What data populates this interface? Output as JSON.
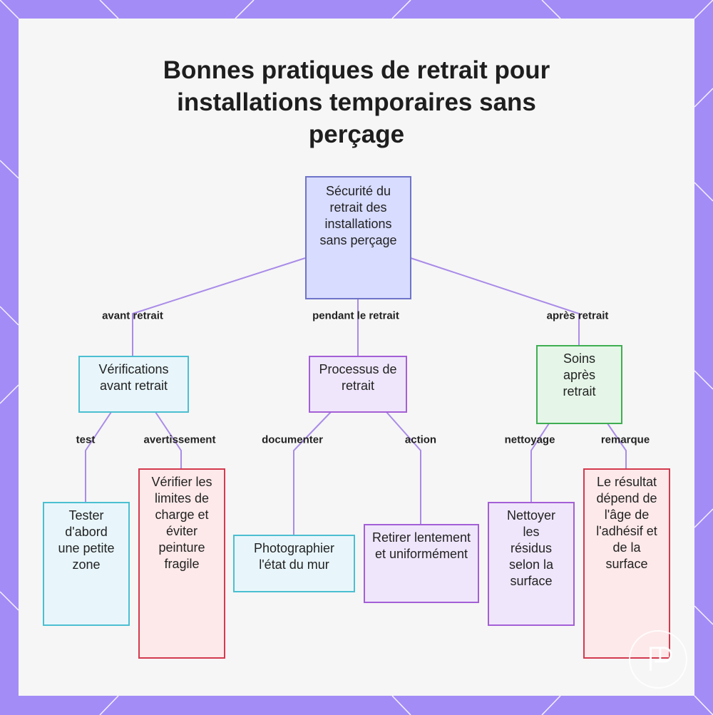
{
  "title": "Bonnes pratiques de retrait pour installations temporaires sans perçage",
  "colors": {
    "frame": "#a48cf7",
    "edge": "#a98be8",
    "root_fill": "#d8dcff",
    "cyan_border": "#4bbfd1",
    "violet_border": "#a45fd6",
    "green_border": "#3fae52",
    "red_border": "#d33a4e"
  },
  "nodes": {
    "root": "Sécurité du retrait des installations sans perçage",
    "verifications": "Vérifications avant retrait",
    "processus": "Processus de retrait",
    "soins": "Soins après retrait",
    "tester": "Tester d'abord une petite zone",
    "verifier": "Vérifier les limites de charge et éviter peinture fragile",
    "photographier": "Photographier l'état du mur",
    "retirer": "Retirer lentement et uniformément",
    "nettoyer": "Nettoyer les résidus selon la surface",
    "resultat": "Le résultat dépend de l'âge de l'adhésif et de la surface"
  },
  "edges": {
    "avant_retrait": "avant retrait",
    "pendant_le_retrait": "pendant le retrait",
    "apres_retrait": "après retrait",
    "test": "test",
    "avertissement": "avertissement",
    "documenter": "documenter",
    "action": "action",
    "nettoyage": "nettoyage",
    "remarque": "remarque"
  },
  "watermark_icon": "logo-watermark-icon"
}
